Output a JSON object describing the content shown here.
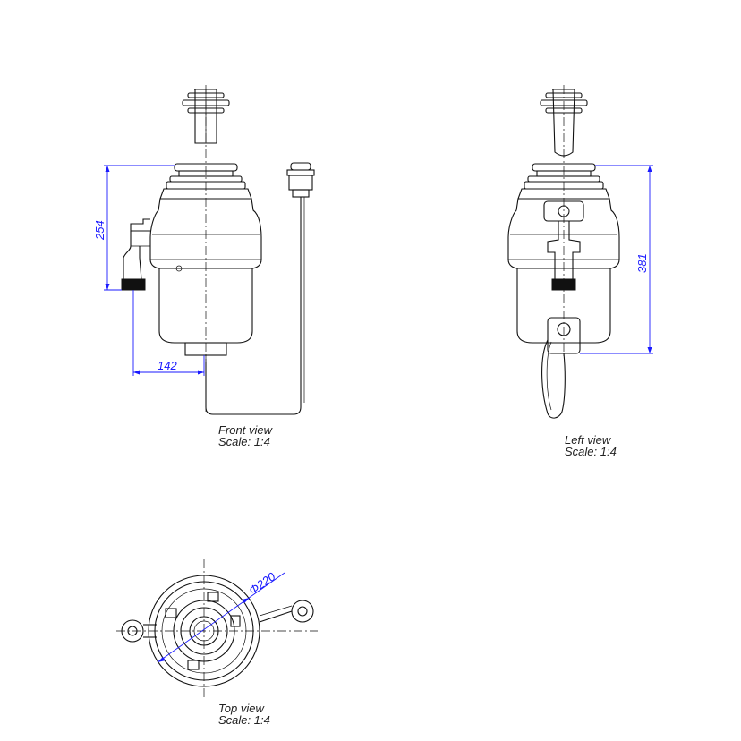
{
  "views": {
    "front": {
      "title": "Front view",
      "scale": "Scale:  1:4"
    },
    "left": {
      "title": "Left view",
      "scale": "Scale:  1:4"
    },
    "top": {
      "title": "Top view",
      "scale": "Scale:  1:4"
    }
  },
  "dimensions": {
    "front_height": "254",
    "front_offset": "142",
    "left_height": "381",
    "top_diameter": "Φ220"
  },
  "colors": {
    "dimension": "#1a1aff",
    "line": "#111111"
  }
}
